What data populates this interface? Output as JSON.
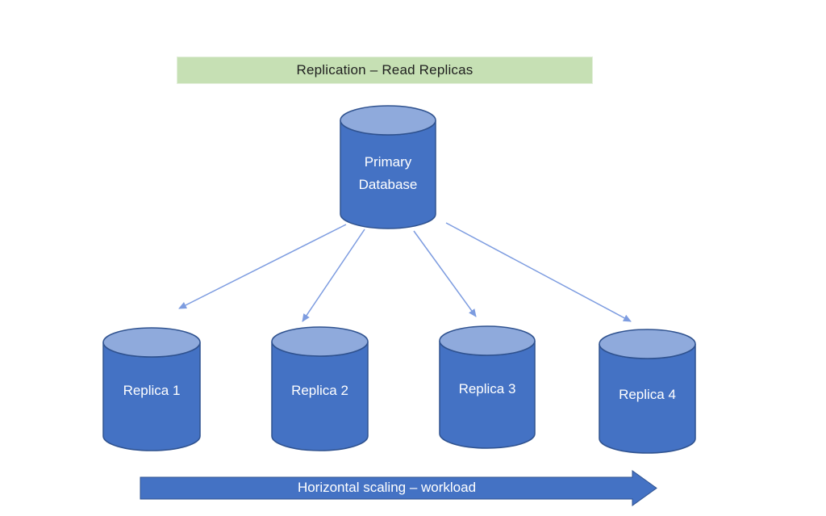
{
  "banner": {
    "label": "Replication – Read Replicas"
  },
  "primary": {
    "label_lines": [
      "Primary",
      "Database"
    ]
  },
  "replicas": [
    {
      "label": "Replica 1"
    },
    {
      "label": "Replica 2"
    },
    {
      "label": "Replica 3"
    },
    {
      "label": "Replica 4"
    }
  ],
  "scaling_arrow": {
    "label": "Horizontal scaling – workload"
  },
  "colors": {
    "banner_bg": "#c6e0b4",
    "banner_text": "#1f1f1f",
    "cylinder_fill": "#4472c4",
    "cylinder_top_fill": "#8faadc",
    "cylinder_stroke": "#2f528f",
    "connector_stroke": "#7d9ce0",
    "block_arrow_fill": "#4472c4",
    "label_text": "#ffffff",
    "background": "#ffffff"
  }
}
